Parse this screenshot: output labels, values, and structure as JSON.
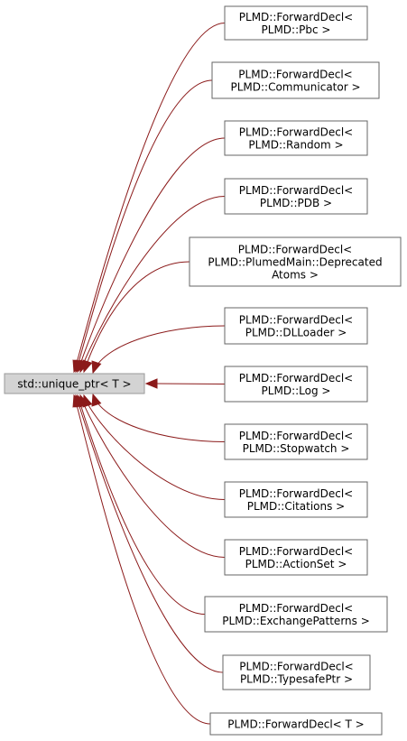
{
  "colors": {
    "edge": "#8b1a1a",
    "root_fill": "#d3d3d3",
    "node_border": "#666666"
  },
  "root": {
    "label": "std::unique_ptr< T >"
  },
  "children": [
    {
      "lines": [
        "PLMD::ForwardDecl<",
        "PLMD::Pbc >"
      ]
    },
    {
      "lines": [
        "PLMD::ForwardDecl<",
        "PLMD::Communicator >"
      ]
    },
    {
      "lines": [
        "PLMD::ForwardDecl<",
        "PLMD::Random >"
      ]
    },
    {
      "lines": [
        "PLMD::ForwardDecl<",
        "PLMD::PDB >"
      ]
    },
    {
      "lines": [
        "PLMD::ForwardDecl<",
        "PLMD::PlumedMain::Deprecated",
        "Atoms >"
      ]
    },
    {
      "lines": [
        "PLMD::ForwardDecl<",
        "PLMD::DLLoader >"
      ]
    },
    {
      "lines": [
        "PLMD::ForwardDecl<",
        "PLMD::Log >"
      ]
    },
    {
      "lines": [
        "PLMD::ForwardDecl<",
        "PLMD::Stopwatch >"
      ]
    },
    {
      "lines": [
        "PLMD::ForwardDecl<",
        "PLMD::Citations >"
      ]
    },
    {
      "lines": [
        "PLMD::ForwardDecl<",
        "PLMD::ActionSet >"
      ]
    },
    {
      "lines": [
        "PLMD::ForwardDecl<",
        "PLMD::ExchangePatterns >"
      ]
    },
    {
      "lines": [
        "PLMD::ForwardDecl<",
        "PLMD::TypesafePtr >"
      ]
    },
    {
      "lines": [
        "PLMD::ForwardDecl< T >"
      ]
    }
  ]
}
